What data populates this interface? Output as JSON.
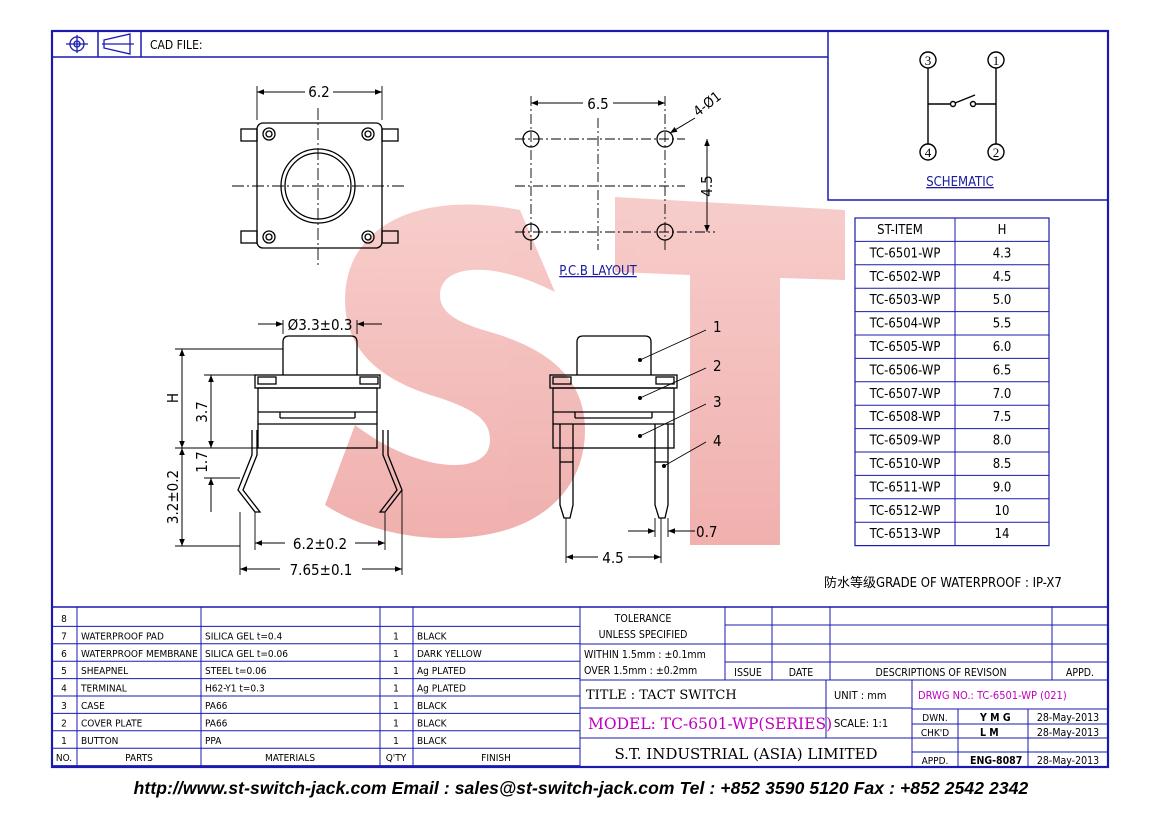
{
  "header": {
    "cad_label": "CAD FILE:"
  },
  "watermark": {
    "text": "ST",
    "color": "#e8706c"
  },
  "colors": {
    "frame": "#1a1ab0",
    "ink": "#000000",
    "highlight": "#c000c0"
  },
  "schematic": {
    "pins": [
      "3",
      "1",
      "4",
      "2"
    ],
    "label": "SCHEMATIC"
  },
  "pcb": {
    "label": "P.C.B LAYOUT",
    "dim_w": "6.5",
    "dim_h": "4.5",
    "holes": "4-Ø1"
  },
  "top_view": {
    "dim_w": "6.2"
  },
  "side_view": {
    "button_dia": "Ø3.3±0.3",
    "h": "H",
    "h_body": "3.7",
    "h_pin1": "1.7",
    "h_pin2": "3.2±0.2",
    "w1": "6.2±0.2",
    "w2": "7.65±0.1"
  },
  "front_view": {
    "w": "4.5",
    "pin_w": "0.7",
    "callouts": [
      "1",
      "2",
      "3",
      "4"
    ]
  },
  "item_table": {
    "headers": [
      "ST-ITEM",
      "H"
    ],
    "rows": [
      [
        "TC-6501-WP",
        "4.3"
      ],
      [
        "TC-6502-WP",
        "4.5"
      ],
      [
        "TC-6503-WP",
        "5.0"
      ],
      [
        "TC-6504-WP",
        "5.5"
      ],
      [
        "TC-6505-WP",
        "6.0"
      ],
      [
        "TC-6506-WP",
        "6.5"
      ],
      [
        "TC-6507-WP",
        "7.0"
      ],
      [
        "TC-6508-WP",
        "7.5"
      ],
      [
        "TC-6509-WP",
        "8.0"
      ],
      [
        "TC-6510-WP",
        "8.5"
      ],
      [
        "TC-6511-WP",
        "9.0"
      ],
      [
        "TC-6512-WP",
        "10"
      ],
      [
        "TC-6513-WP",
        "14"
      ]
    ]
  },
  "waterproof": "防水等级GRADE OF WATERPROOF : IP-X7",
  "bom": {
    "headers": [
      "NO.",
      "PARTS",
      "MATERIALS",
      "Q'TY",
      "FINISH"
    ],
    "rows": [
      [
        "8",
        "",
        "",
        "",
        ""
      ],
      [
        "7",
        "WATERPROOF PAD",
        "SILICA GEL t=0.4",
        "1",
        "BLACK"
      ],
      [
        "6",
        "WATERPROOF MEMBRANE",
        "SILICA GEL t=0.06",
        "1",
        "DARK YELLOW"
      ],
      [
        "5",
        "SHEAPNEL",
        "STEEL t=0.06",
        "1",
        "Ag PLATED"
      ],
      [
        "4",
        "TERMINAL",
        "H62-Y1 t=0.3",
        "1",
        "Ag PLATED"
      ],
      [
        "3",
        "CASE",
        "PA66",
        "1",
        "BLACK"
      ],
      [
        "2",
        "COVER PLATE",
        "PA66",
        "1",
        "BLACK"
      ],
      [
        "1",
        "BUTTON",
        "PPA",
        "1",
        "BLACK"
      ]
    ]
  },
  "tolerance": {
    "title": "TOLERANCE",
    "subtitle": "UNLESS  SPECIFIED",
    "within": "WITHIN  1.5mm : ±0.1mm",
    "over": "OVER    1.5mm : ±0.2mm"
  },
  "revision": {
    "issue": "ISSUE",
    "date": "DATE",
    "desc": "DESCRIPTIONS  OF  REVISON",
    "appd": "APPD."
  },
  "title_block": {
    "title": "TITLE : TACT SWITCH",
    "unit": "UNIT :   mm",
    "drwg": "DRWG NO.: TC-6501-WP (021)",
    "model": "MODEL: TC-6501-WP(SERIES)",
    "scale": "SCALE:  1:1",
    "company": "S.T.  INDUSTRIAL  (ASIA)  LIMITED",
    "dwn_label": "DWN.",
    "dwn": "Y M G",
    "dwn_date": "28-May-2013",
    "chk_label": "CHK'D",
    "chk": "L M",
    "chk_date": "28-May-2013",
    "appd_label": "APPD.",
    "appd": "ENG-8087",
    "appd_date": "28-May-2013"
  },
  "footer": "http://www.st-switch-jack.com  Email : sales@st-switch-jack.com  Tel : +852 3590 5120  Fax : +852 2542 2342"
}
